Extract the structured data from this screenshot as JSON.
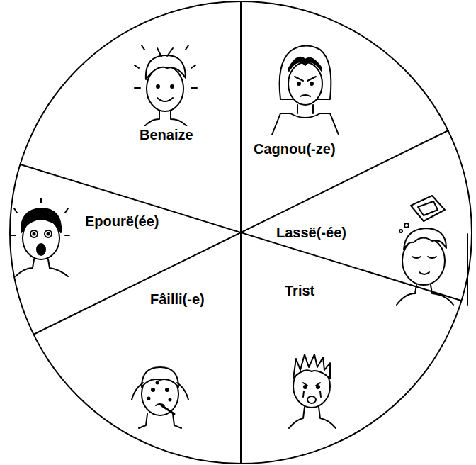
{
  "diagram": {
    "labels": [
      "Benaize",
      "Cagnou(-ze)",
      "Lassë(-ée)",
      "Trist",
      "Fâilli(-e)",
      "Epourë(ée)"
    ]
  }
}
